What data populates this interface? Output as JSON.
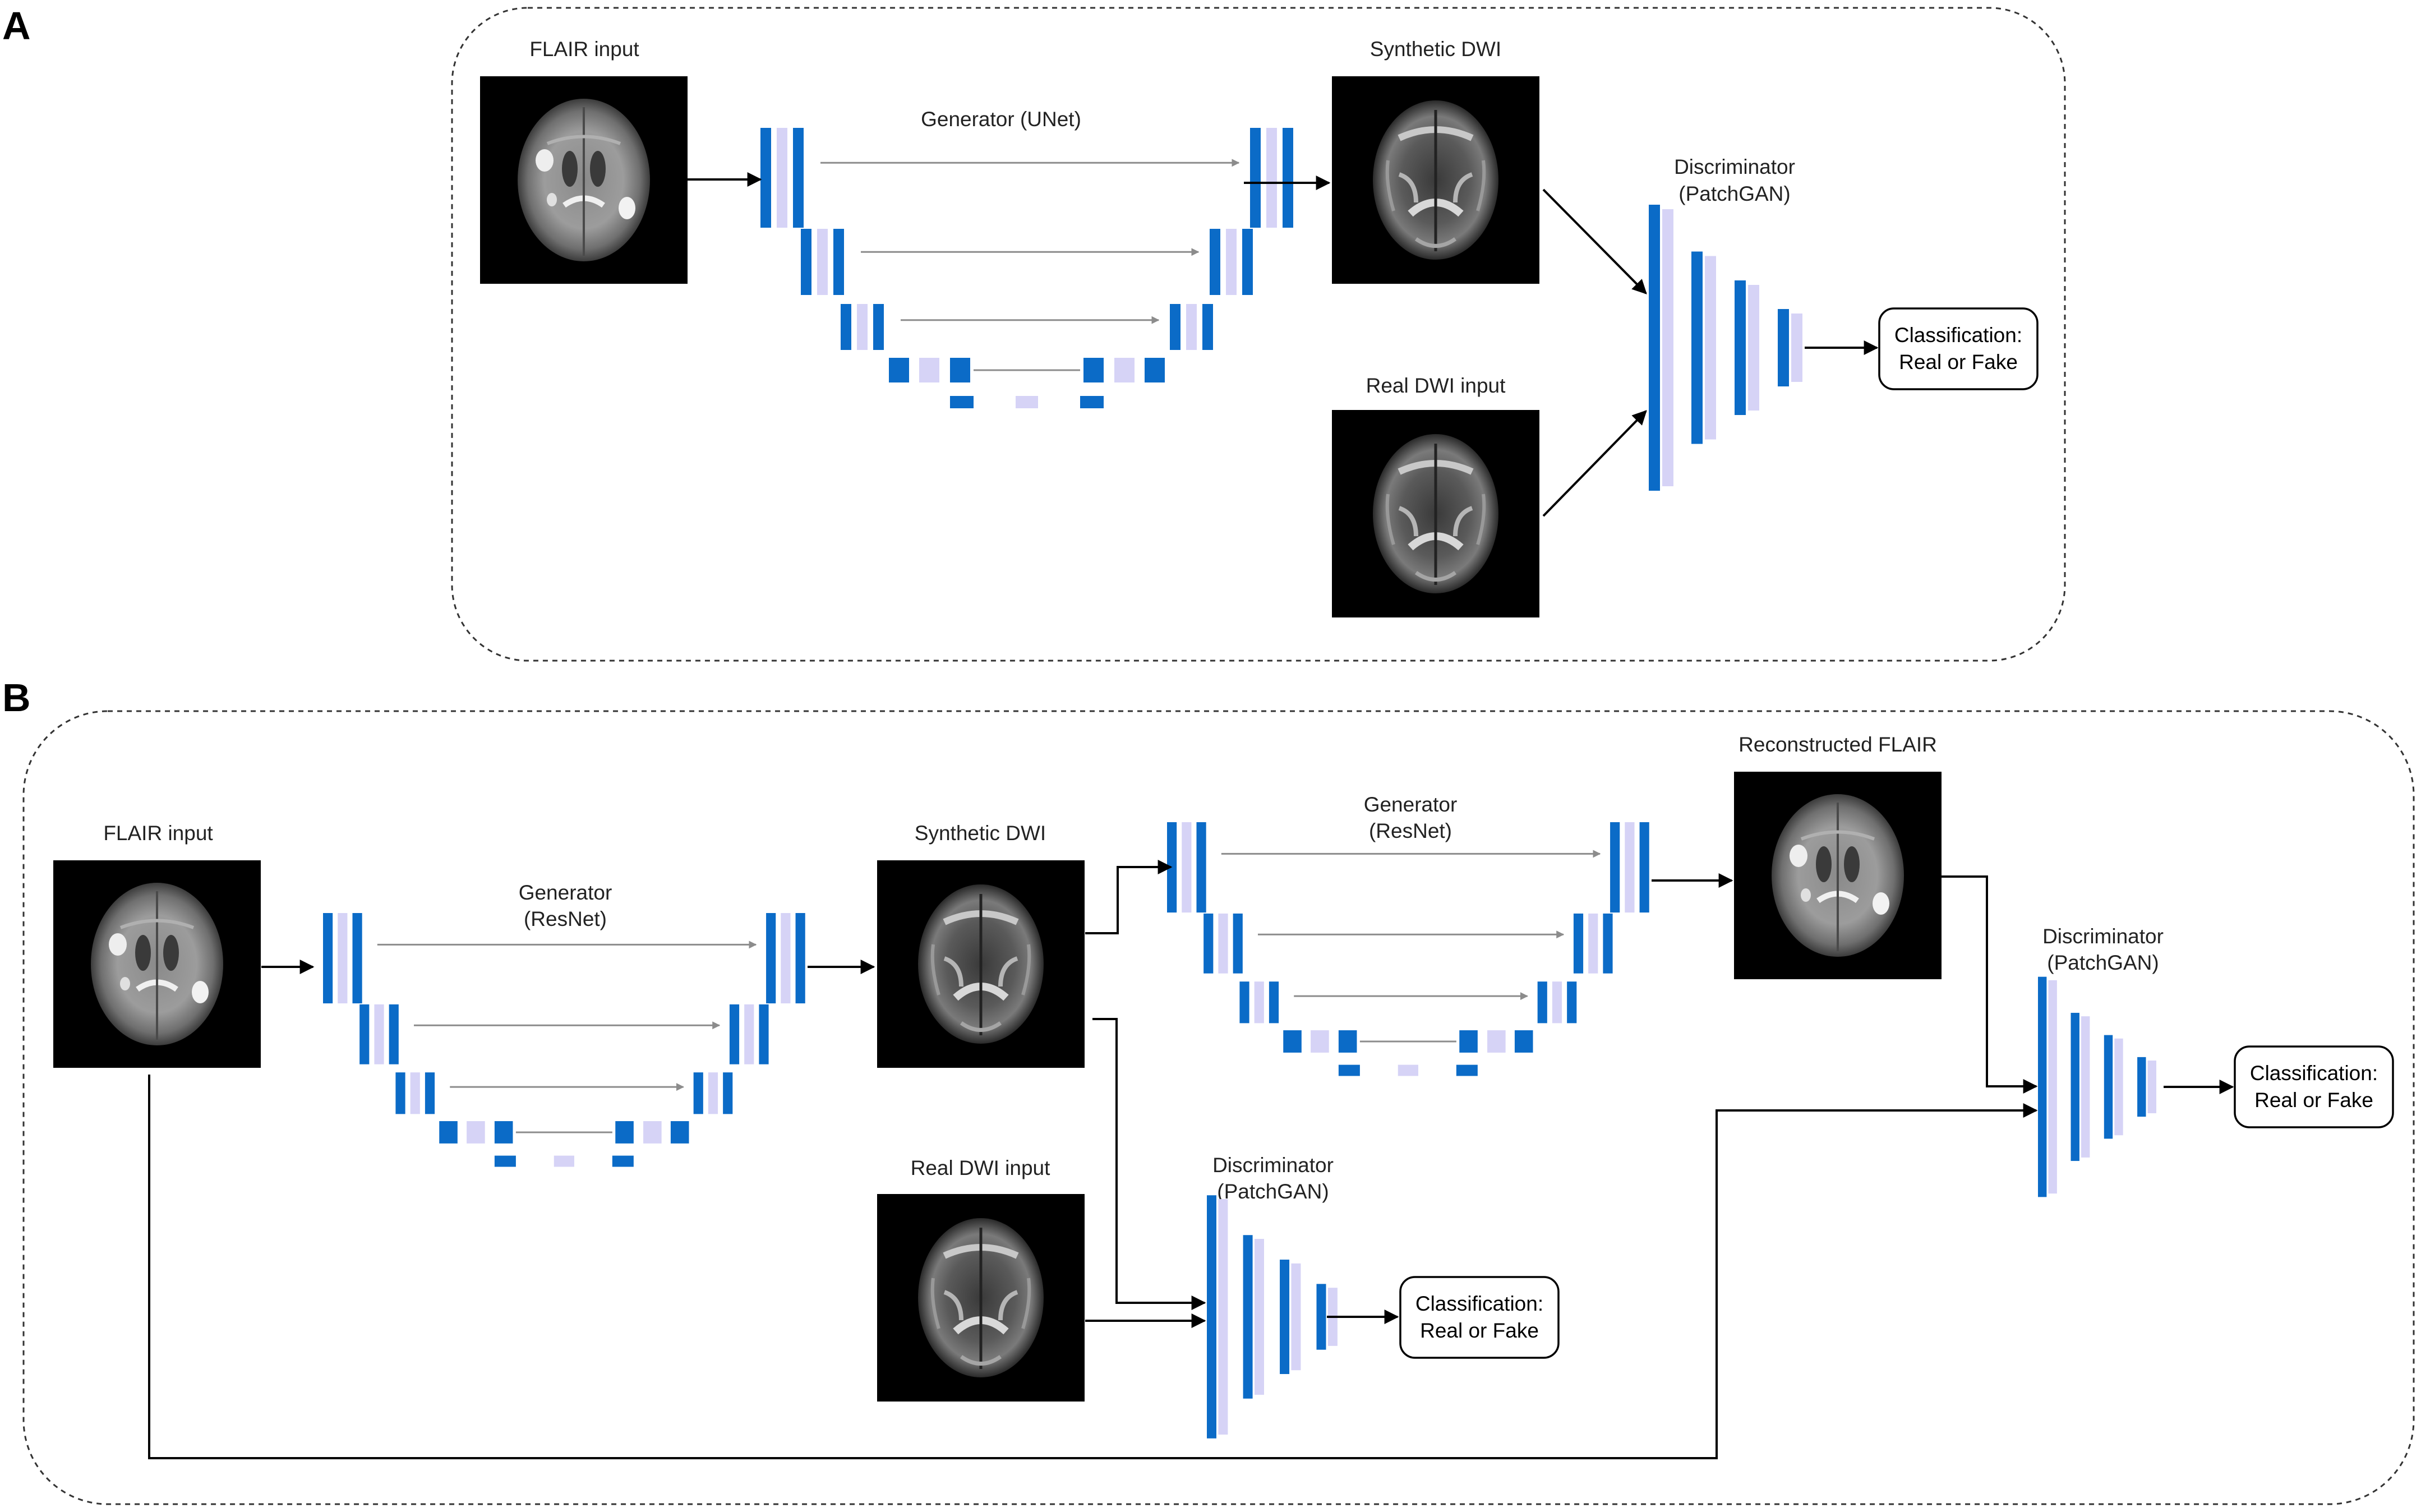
{
  "colors": {
    "block_dark": "#0b6bc7",
    "block_light": "#d6d3f6",
    "skip_line": "#8c8c8c",
    "image_background": "#000000",
    "frame_stroke": "#333333"
  },
  "panel_a": {
    "letter": "A",
    "flair_input_label": "FLAIR input",
    "generator_label": "Generator (UNet)",
    "synthetic_dwi_label": "Synthetic DWI",
    "real_dwi_label": "Real DWI input",
    "discriminator_line1": "Discriminator",
    "discriminator_line2": "(PatchGAN)",
    "classification_line1": "Classification:",
    "classification_line2": "Real or Fake"
  },
  "panel_b": {
    "letter": "B",
    "flair_input_label": "FLAIR input",
    "generator1_line1": "Generator",
    "generator1_line2": "(ResNet)",
    "synthetic_dwi_label": "Synthetic DWI",
    "generator2_line1": "Generator",
    "generator2_line2": "(ResNet)",
    "reconstructed_flair_label": "Reconstructed FLAIR",
    "real_dwi_label": "Real DWI input",
    "discriminator1_line1": "Discriminator",
    "discriminator1_line2": "(PatchGAN)",
    "discriminator2_line1": "Discriminator",
    "discriminator2_line2": "(PatchGAN)",
    "classification1_line1": "Classification:",
    "classification1_line2": "Real or Fake",
    "classification2_line1": "Classification:",
    "classification2_line2": "Real or Fake"
  }
}
